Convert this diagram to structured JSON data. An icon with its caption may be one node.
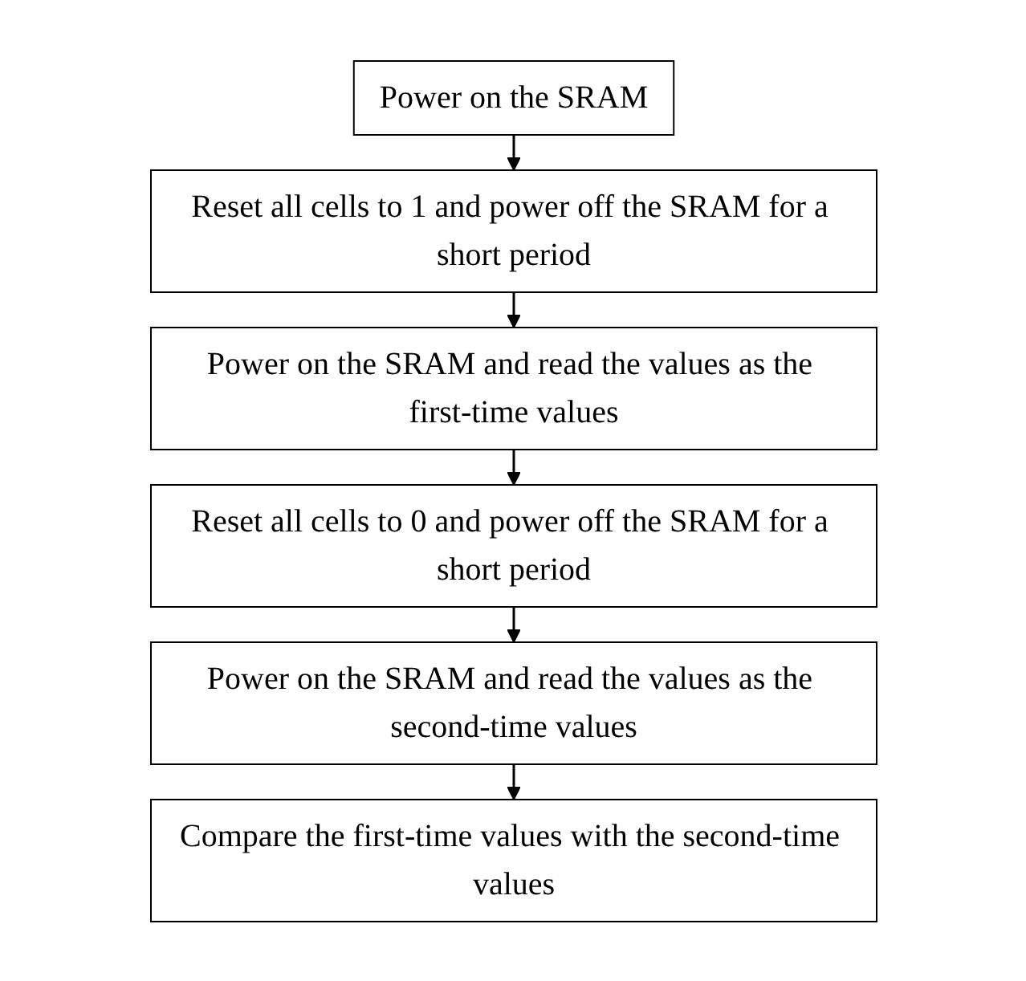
{
  "diagram": {
    "nodes": [
      {
        "text": [
          "Power on the SRAM"
        ]
      },
      {
        "text": [
          "Reset all cells to 1 and power off the SRAM for a short period"
        ]
      },
      {
        "text": [
          "Power on the SRAM and read the values as the first-time values"
        ]
      },
      {
        "text": [
          "Reset all cells to 0 and power off the SRAM for a short period"
        ]
      },
      {
        "text": [
          "Power on the SRAM and read the values as the second-time values"
        ]
      },
      {
        "text": [
          "Compare the first-time values with the second-time values"
        ]
      }
    ],
    "edges": [
      {
        "from": 0,
        "to": 1,
        "arrow": "to"
      },
      {
        "from": 1,
        "to": 2,
        "arrow": "to"
      },
      {
        "from": 2,
        "to": 3,
        "arrow": "to"
      },
      {
        "from": 3,
        "to": 4,
        "arrow": "to"
      },
      {
        "from": 4,
        "to": 5,
        "arrow": "to"
      }
    ]
  }
}
